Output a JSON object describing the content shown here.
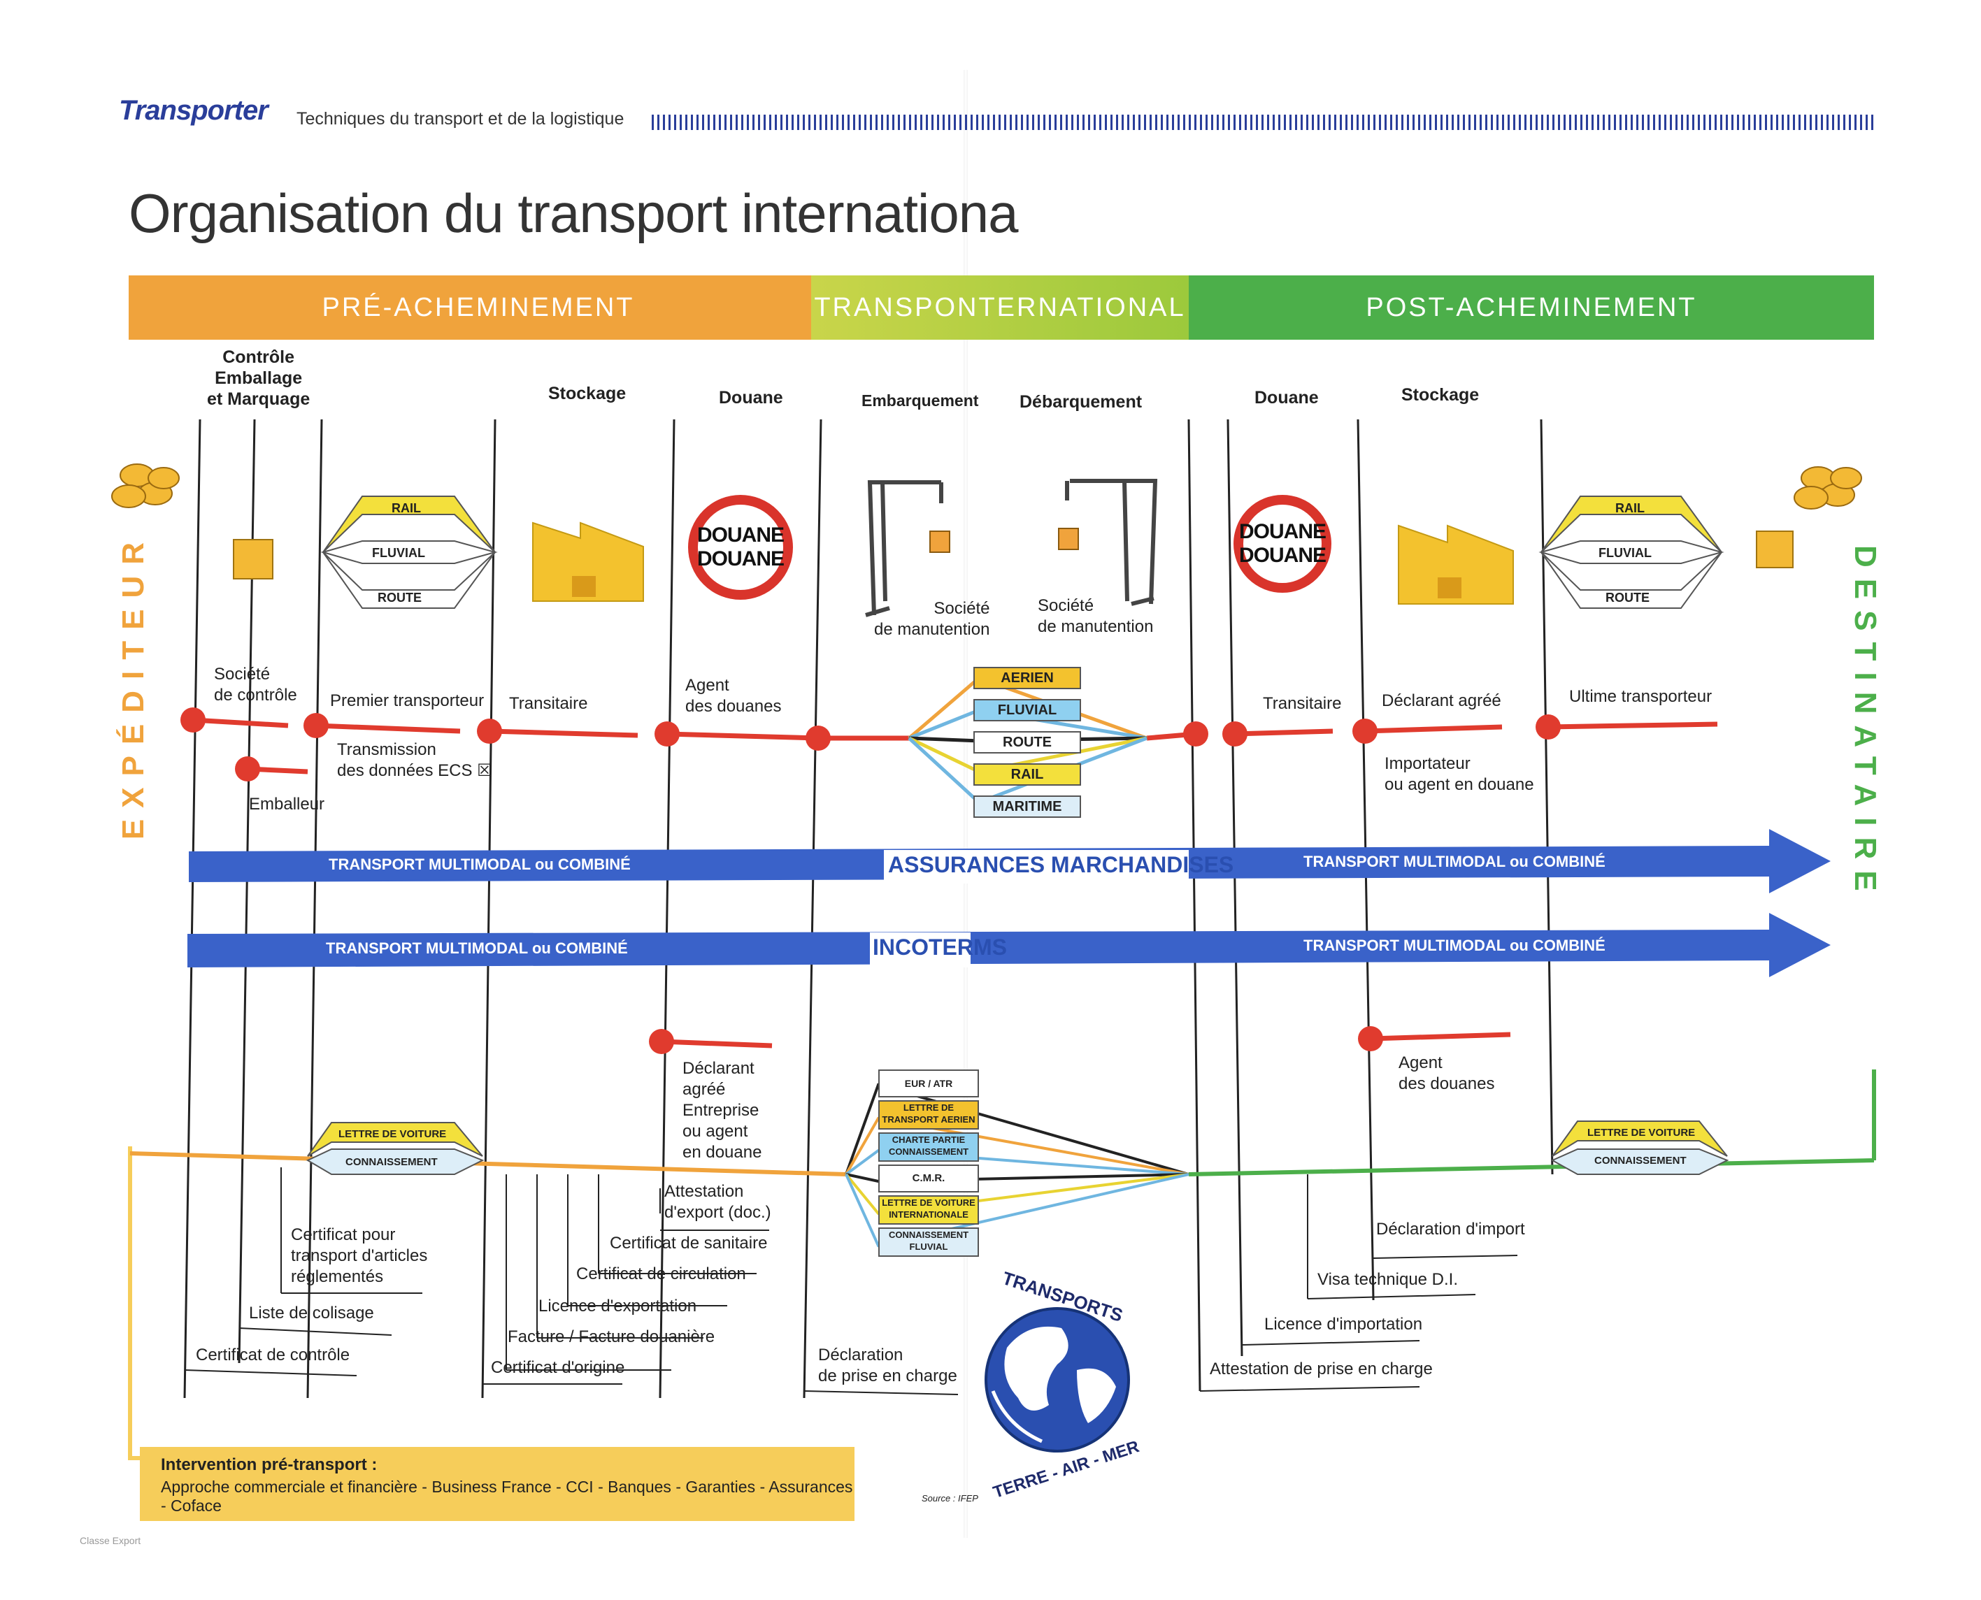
{
  "header": {
    "brand": "Transporter",
    "subtitle": "Techniques du transport et de la logistique"
  },
  "title": "Organisation du transport internationa",
  "bands": {
    "pre": "PRÉ-ACHEMINEMENT",
    "mid": "TRANSPONTERNATIONAL",
    "post": "POST-ACHEMINEMENT"
  },
  "sides": {
    "left": "EXPÉDITEUR",
    "right": "DESTINATAIRE"
  },
  "steps": {
    "controle": "Contrôle\nEmballage\net Marquage",
    "stockage": "Stockage",
    "douane": "Douane",
    "embarquement": "Embarquement",
    "debarquement": "Débarquement",
    "douane2": "Douane",
    "stockage2": "Stockage"
  },
  "douane_sign": {
    "line1": "DOUANE",
    "line2": "DOUANE"
  },
  "modes_pre": [
    "RAIL",
    "FLUVIAL",
    "ROUTE"
  ],
  "modes_post": [
    "RAIL",
    "FLUVIAL",
    "ROUTE"
  ],
  "modes_intl": [
    "AERIEN",
    "FLUVIAL",
    "ROUTE",
    "RAIL",
    "MARITIME"
  ],
  "actors": {
    "societe_controle": "Société\nde contrôle",
    "emballeur": "Emballeur",
    "premier_transporteur": "Premier transporteur",
    "transmission": "Transmission\ndes données ECS ☒",
    "transitaire": "Transitaire",
    "agent_douanes": "Agent\ndes douanes",
    "manut1": "Société\nde manutention",
    "manut2": "Société\nde manutention",
    "transitaire2": "Transitaire",
    "declarant_agree": "Déclarant agréé",
    "importateur": "Importateur\nou agent en douane",
    "ultime": "Ultime transporteur",
    "declarant_export": "Déclarant\nagréé\nEntreprise\nou agent\nen douane",
    "agent_douanes2": "Agent\ndes douanes"
  },
  "arrows": {
    "multimodal": "TRANSPORT MULTIMODAL ou COMBINÉ",
    "assurances": "ASSURANCES MARCHANDISES",
    "incoterms": "INCOTERMS"
  },
  "docs_pre": [
    "LETTRE DE VOITURE",
    "CONNAISSEMENT"
  ],
  "docs_post": [
    "LETTRE DE VOITURE",
    "CONNAISSEMENT"
  ],
  "docs_intl": [
    "EUR / ATR",
    "LETTRE DE\nTRANSPORT AERIEN",
    "CHARTE PARTIE\nCONNAISSEMENT",
    "C.M.R.",
    "LETTRE DE VOITURE\nINTERNATIONALE",
    "CONNAISSEMENT\nFLUVIAL"
  ],
  "documents": {
    "attestation_export": "Attestation\nd'export (doc.)",
    "sanitaire": "Certificat de sanitaire",
    "circulation": "Certificat de circulation",
    "licence_export": "Licence d'exportation",
    "facture": "Facture / Facture douanière",
    "origine": "Certificat d'origine",
    "articles": "Certificat pour\ntransport d'articles\nréglementés",
    "colisage": "Liste de colisage",
    "cert_controle": "Certificat de contrôle",
    "prise_charge": "Déclaration\nde prise en charge",
    "decl_import": "Déclaration d'import",
    "visa": "Visa technique D.I.",
    "licence_import": "Licence d'importation",
    "attestation_prise": "Attestation de prise en charge"
  },
  "logo": {
    "top": "TRANSPORTS",
    "bottom": "TERRE - AIR - MER"
  },
  "note": {
    "title": "Intervention pré-transport :",
    "text": "Approche commerciale et financière - Business France - CCI - Banques - Garanties - Assurances - Coface"
  },
  "source": "Source : IFEP",
  "footer": "Classe Export"
}
